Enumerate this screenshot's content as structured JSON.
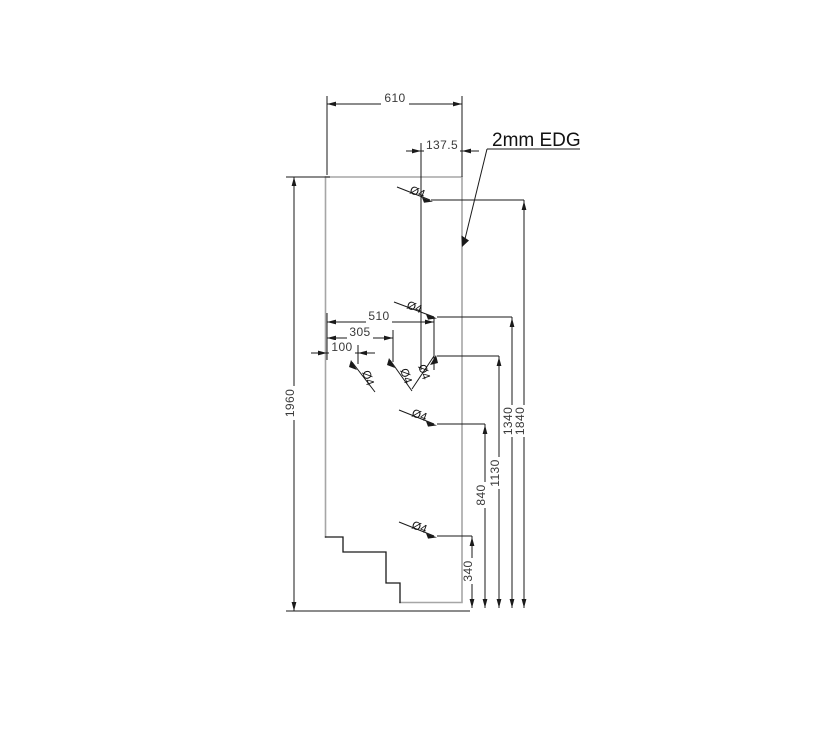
{
  "drawing": {
    "title": "Panel part drawing",
    "units": "mm",
    "note": {
      "label": "2mm EDG",
      "clipped": true
    },
    "outline_color": "#a6a6a6",
    "annotation_color": "#1a1a1a",
    "dimension_text_color": "#3a3a3a",
    "horizontal_dimensions": [
      {
        "name": "overall-width",
        "label": "610"
      },
      {
        "name": "top-offset",
        "label": "137.5"
      },
      {
        "name": "hole-x-510",
        "label": "510"
      },
      {
        "name": "hole-x-305",
        "label": "305"
      },
      {
        "name": "hole-x-100",
        "label": "100"
      }
    ],
    "vertical_dimensions": [
      {
        "name": "overall-height",
        "label": "1960"
      },
      {
        "name": "hole-y-1840",
        "label": "1840"
      },
      {
        "name": "hole-y-1340",
        "label": "1340"
      },
      {
        "name": "hole-y-1130",
        "label": "1130"
      },
      {
        "name": "hole-y-840",
        "label": "840"
      },
      {
        "name": "hole-y-340",
        "label": "340"
      }
    ],
    "hole_callouts": [
      {
        "name": "hole-callout-1",
        "label": "Ø4"
      },
      {
        "name": "hole-callout-2",
        "label": "Ø4"
      },
      {
        "name": "hole-callout-3",
        "label": "Ø4"
      },
      {
        "name": "hole-callout-4",
        "label": "Ø4"
      },
      {
        "name": "hole-callout-5",
        "label": "Ø4"
      },
      {
        "name": "hole-callout-6",
        "label": "Ø4"
      },
      {
        "name": "hole-callout-7",
        "label": "Ø4"
      }
    ]
  }
}
